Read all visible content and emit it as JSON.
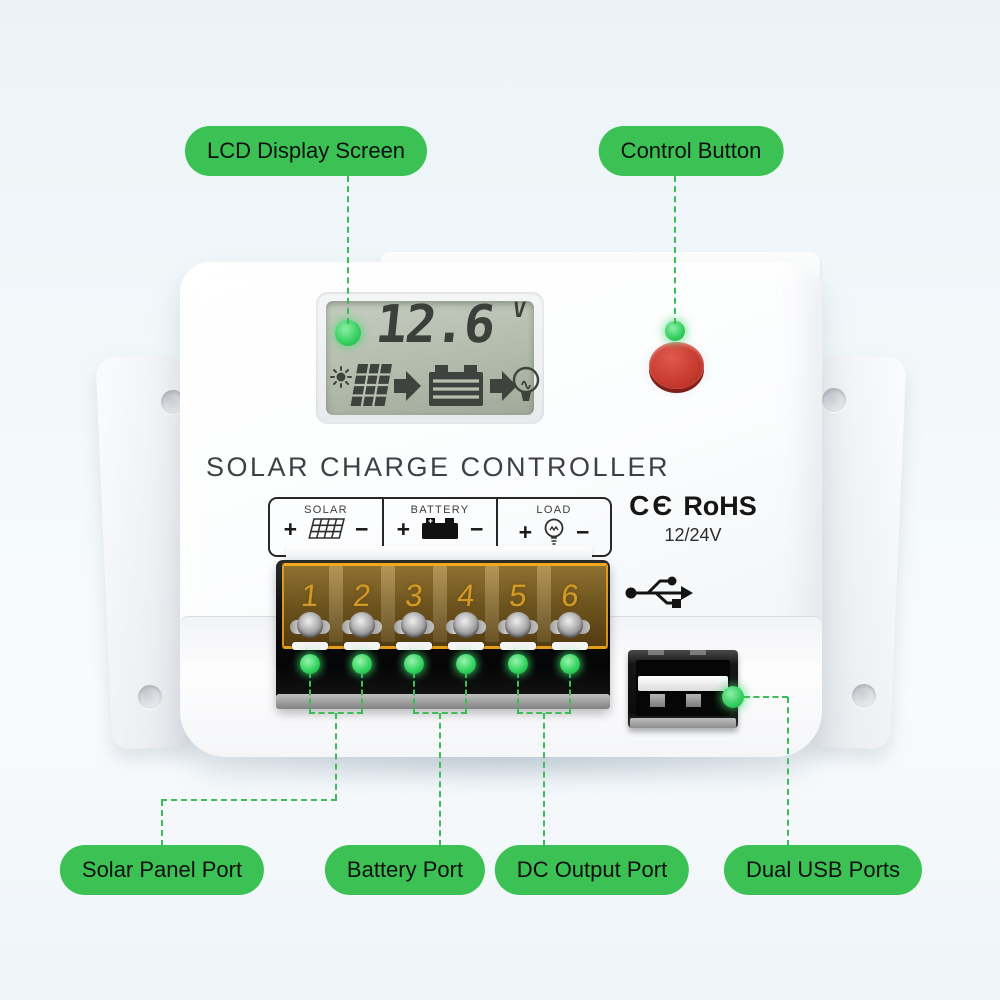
{
  "colors": {
    "callout_green": "#3cc155",
    "connector_green": "#3cbd58",
    "led_green": "#2ed15b",
    "button_red": "#c93c31",
    "terminal_cover_amber": "#f3a81e",
    "lcd_screen": "#b3bbac",
    "background": "#eef4f8"
  },
  "callouts": {
    "top": [
      {
        "id": "lcd-display-screen",
        "label": "LCD Display Screen"
      },
      {
        "id": "control-button",
        "label": "Control Button"
      }
    ],
    "bottom": [
      {
        "id": "solar-panel-port",
        "label": "Solar Panel Port"
      },
      {
        "id": "battery-port",
        "label": "Battery Port"
      },
      {
        "id": "dc-output-port",
        "label": "DC Output Port"
      },
      {
        "id": "dual-usb-ports",
        "label": "Dual USB Ports"
      }
    ]
  },
  "device": {
    "title": "SOLAR CHARGE CONTROLLER",
    "lcd": {
      "value": "12.6",
      "unit": "V",
      "icons": [
        "sun-and-solar-panel",
        "arrow-right",
        "battery",
        "arrow-right",
        "light-bulb"
      ]
    },
    "ports": [
      {
        "name": "SOLAR",
        "plus": "+",
        "minus": "−",
        "icon": "solar-panel-icon"
      },
      {
        "name": "BATTERY",
        "plus": "+",
        "minus": "−",
        "icon": "battery-icon"
      },
      {
        "name": "LOAD",
        "plus": "+",
        "minus": "−",
        "icon": "bulb-icon"
      }
    ],
    "certifications": {
      "ce_mark": "CЄ",
      "rohs": "RoHS",
      "voltage": "12/24V"
    },
    "terminals": {
      "numbers": [
        "1",
        "2",
        "3",
        "4",
        "5",
        "6"
      ]
    },
    "usb": {
      "icon": "usb-trident-icon"
    }
  }
}
